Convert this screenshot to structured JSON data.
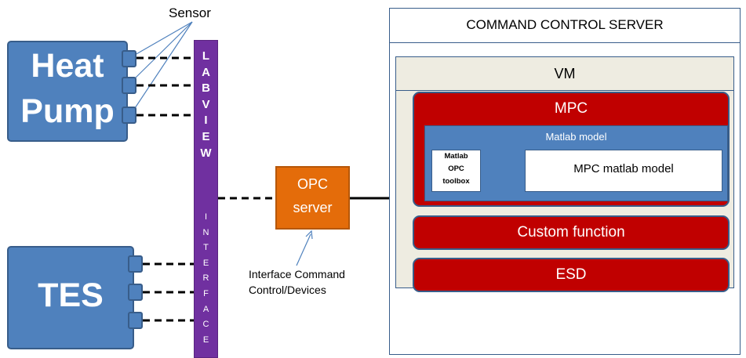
{
  "sensor_label": "Sensor",
  "heat_pump": {
    "line1": "Heat",
    "line2": "Pump"
  },
  "tes_label": "TES",
  "labview": {
    "upper_letters": [
      "L",
      "A",
      "B",
      "V",
      "I",
      "E",
      "W"
    ],
    "lower_letters": [
      "I",
      "N",
      "T",
      "E",
      "R",
      "F",
      "A",
      "C",
      "E"
    ]
  },
  "opc_server": {
    "line1": "OPC",
    "line2": "server"
  },
  "interface_note": {
    "line1": "Interface Command",
    "line2": "Control/Devices"
  },
  "command_server": {
    "title": "COMMAND CONTROL SERVER",
    "vm_label": "VM",
    "mpc_label": "MPC",
    "matlab_model_label": "Matlab model",
    "toolbox_label": {
      "line1": "Matlab",
      "line2": "OPC",
      "line3": "toolbox"
    },
    "mpc_matlab_model_label": "MPC matlab model",
    "custom_function_label": "Custom function",
    "esd_label": "ESD"
  },
  "colors": {
    "device_blue": "#4f81bd",
    "device_border": "#385d8a",
    "labview_purple": "#7030a0",
    "opc_orange": "#e46c0a",
    "red_block": "#c00000",
    "vm_beige": "#eeece1",
    "connector_dash": "#000000"
  }
}
